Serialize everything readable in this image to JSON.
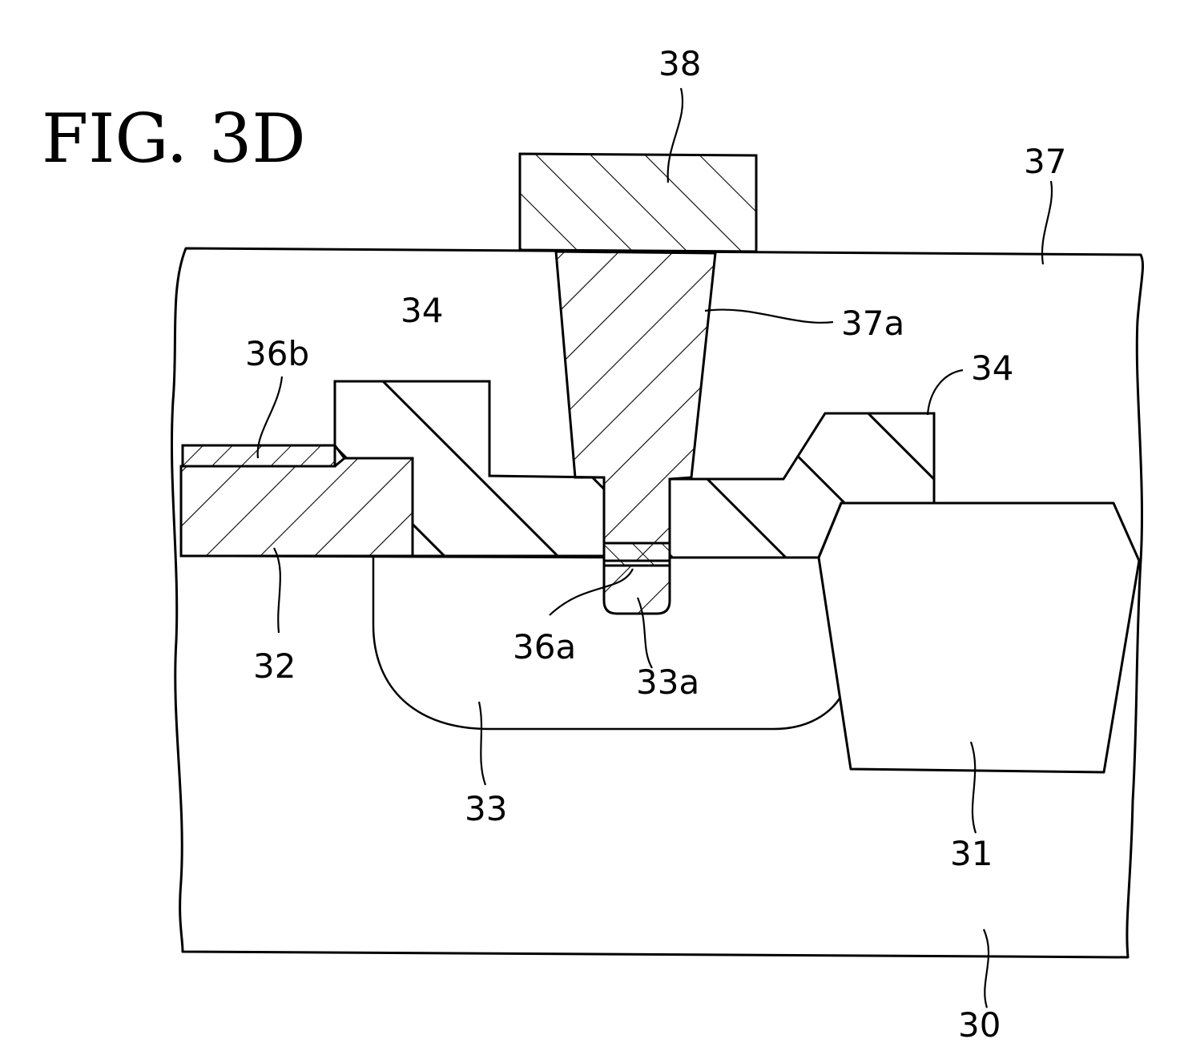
{
  "figure_title": "FIG. 3D",
  "labels": {
    "l30": "30",
    "l31": "31",
    "l32": "32",
    "l33": "33",
    "l33a": "33a",
    "l34_left": "34",
    "l34_right": "34",
    "l36a": "36a",
    "l36b": "36b",
    "l37": "37",
    "l37a": "37a",
    "l38": "38"
  }
}
